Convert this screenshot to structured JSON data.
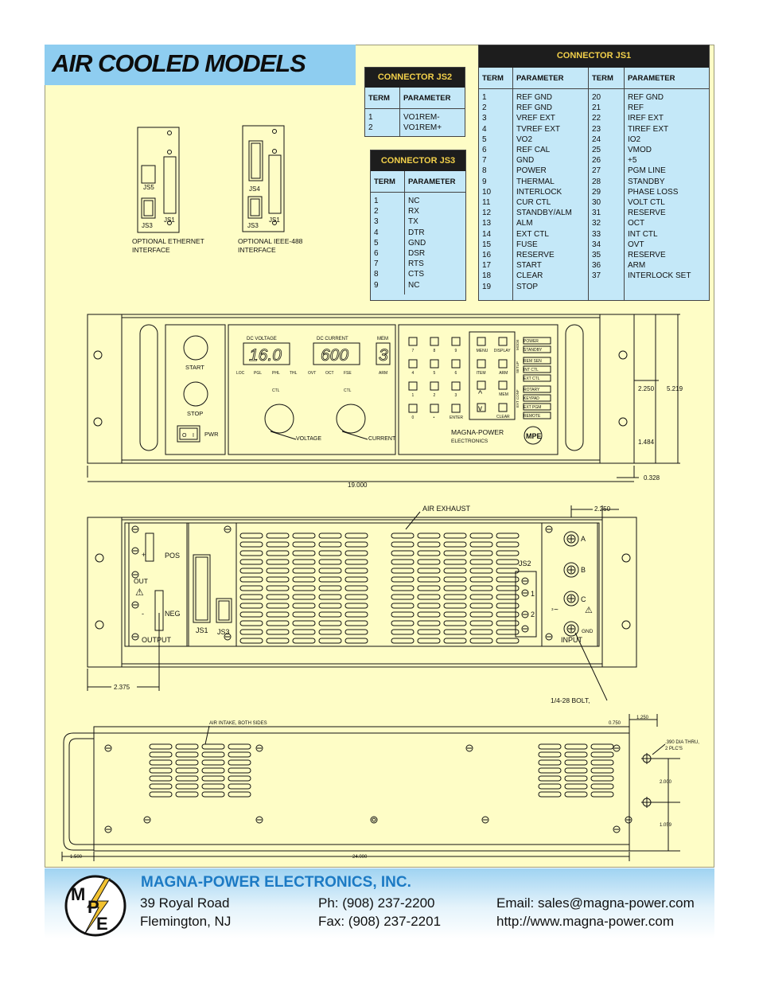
{
  "page_title": "AIR COOLED MODELS",
  "js2": {
    "title": "CONNECTOR JS2",
    "col_term": "TERM",
    "col_param": "PARAMETER",
    "terms": "1\n2",
    "params": "VO1REM-\nVO1REM+"
  },
  "js3": {
    "title": "CONNECTOR JS3",
    "col_term": "TERM",
    "col_param": "PARAMETER",
    "terms": "1\n2\n3\n4\n5\n6\n7\n8\n9",
    "params": "NC\nRX\nTX\nDTR\nGND\nDSR\nRTS\nCTS\nNC"
  },
  "js1": {
    "title": "CONNECTOR JS1",
    "col_term": "TERM",
    "col_param": "PARAMETER",
    "terms_a": "1\n2\n3\n4\n5\n6\n7\n8\n9\n10\n11\n12\n13\n14\n15\n16\n17\n18\n19",
    "params_a": "REF GND\nREF GND\nVREF EXT\nTVREF EXT\nVO2\nREF CAL\nGND\nPOWER\nTHERMAL\nINTERLOCK\nCUR CTL\nSTANDBY/ALM\nALM\nEXT CTL\nFUSE\nRESERVE\nSTART\nCLEAR\nSTOP",
    "terms_b": "20\n21\n22\n23\n24\n25\n26\n27\n28\n29\n30\n31\n32\n33\n34\n35\n36\n37",
    "params_b": "REF GND\nREF\nIREF EXT\nTIREF EXT\nIO2\nVMOD\n+5\nPGM LINE\nSTANDBY\nPHASE LOSS\nVOLT CTL\nRESERVE\nOCT\nINT CTL\nOVT\nRESERVE\nARM\nINTERLOCK SET"
  },
  "options": {
    "ethernet": {
      "js5": "JS5",
      "js3": "JS3",
      "js1": "JS1",
      "caption_1": "OPTIONAL ETHERNET",
      "caption_2": "INTERFACE"
    },
    "ieee": {
      "js4": "JS4",
      "js3": "JS3",
      "js1": "JS1",
      "caption_1": "OPTIONAL IEEE-488",
      "caption_2": "INTERFACE"
    }
  },
  "front": {
    "start": "START",
    "stop": "STOP",
    "pwr": "PWR",
    "switch_off": "O",
    "switch_on": "I",
    "dc_voltage": "DC VOLTAGE",
    "dc_current": "DC CURRENT",
    "mem": "MEM",
    "voltage_reading": "16.0",
    "current_reading": "600",
    "mem_reading": "3",
    "status_row": [
      "LOC",
      "PGL",
      "PHL",
      "THL",
      "OVT",
      "OCT",
      "FSE",
      "ARM"
    ],
    "ctl": "CTL",
    "voltage_knob": "VOLTAGE",
    "current_knob": "CURRENT",
    "keypad": [
      "7",
      "8",
      "9",
      "4",
      "5",
      "6",
      "1",
      "2",
      "3",
      "0",
      "•",
      "ENTER"
    ],
    "menu_keys": [
      "MENU",
      "DISPLAY",
      "ITEM",
      "ARM",
      "MEM",
      "CLEAR"
    ],
    "mode_group": "MODE",
    "setup_group": "SETUP",
    "config_group": "EXT CONF",
    "indicators": [
      "POWER",
      "STANDBY",
      "REM SEN",
      "INT CTL",
      "EXT CTL",
      "ROTARY",
      "KEYPAD",
      "EXT PGM",
      "REMOTE"
    ],
    "brand_1": "MAGNA-POWER",
    "brand_2": "ELECTRONICS",
    "dim_width": "19.000",
    "dim_2250": "2.250",
    "dim_5219": "5.219",
    "dim_1484": "1.484",
    "dim_0328": "0.328"
  },
  "rear": {
    "air_exhaust": "AIR EXHAUST",
    "dim_2250": "2.250",
    "pos": "POS",
    "plus": "+",
    "out": "OUT",
    "minus": "-",
    "neg": "NEG",
    "output": "OUTPUT",
    "js1": "JS1",
    "js3": "JS3",
    "js2": "JS2",
    "js2_1": "1",
    "js2_2": "2",
    "a": "A",
    "b": "B",
    "c": "C",
    "gnd": "GND",
    "input": "INPUT",
    "three_phase": "3",
    "dim_2375": "2.375",
    "bolt": "1/4-28 BOLT,"
  },
  "side": {
    "air_intake": "AIR INTAKE, BOTH SIDES",
    "dim_0750": "0.750",
    "dim_1250": "1.250",
    "hole_1": ".390 DIA THRU,",
    "hole_2": "2 PLC'S",
    "dim_2000": "2.000",
    "dim_1059": "1.059",
    "dim_1500": "1.500",
    "dim_24000": "24.000"
  },
  "footer": {
    "company": "MAGNA-POWER ELECTRONICS, INC.",
    "addr_1": "39 Royal Road",
    "addr_2": "Flemington, NJ",
    "phone": "Ph: (908) 237-2200",
    "fax": "Fax: (908) 237-2201",
    "email": "Email: sales@magna-power.com",
    "web": "http://www.magna-power.com",
    "logo_m": "M",
    "logo_p": "P",
    "logo_e": "E"
  }
}
